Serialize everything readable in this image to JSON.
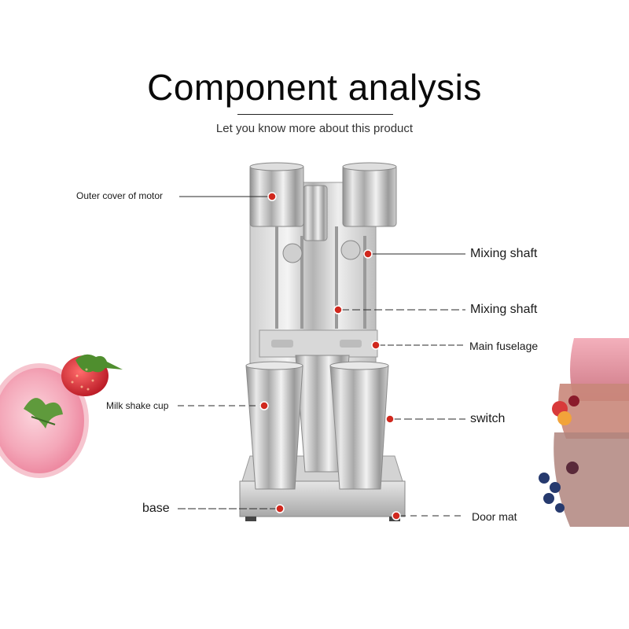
{
  "header": {
    "title": "Component analysis",
    "subtitle": "Let you know more about this product"
  },
  "callouts": [
    {
      "id": "outer-cover-of-motor",
      "label": "Outer cover of motor"
    },
    {
      "id": "mixing-shaft-1",
      "label": "Mixing shaft"
    },
    {
      "id": "mixing-shaft-2",
      "label": "Mixing shaft"
    },
    {
      "id": "main-fuselage",
      "label": "Main fuselage"
    },
    {
      "id": "milk-shake-cup",
      "label": "Milk shake cup"
    },
    {
      "id": "switch",
      "label": "switch"
    },
    {
      "id": "base",
      "label": "base"
    },
    {
      "id": "door-mat",
      "label": "Door mat"
    }
  ],
  "colors": {
    "marker": "#d0281e",
    "line": "#2a2a2a",
    "steel": "#c8c8c8",
    "pink": "#f08ca2"
  }
}
